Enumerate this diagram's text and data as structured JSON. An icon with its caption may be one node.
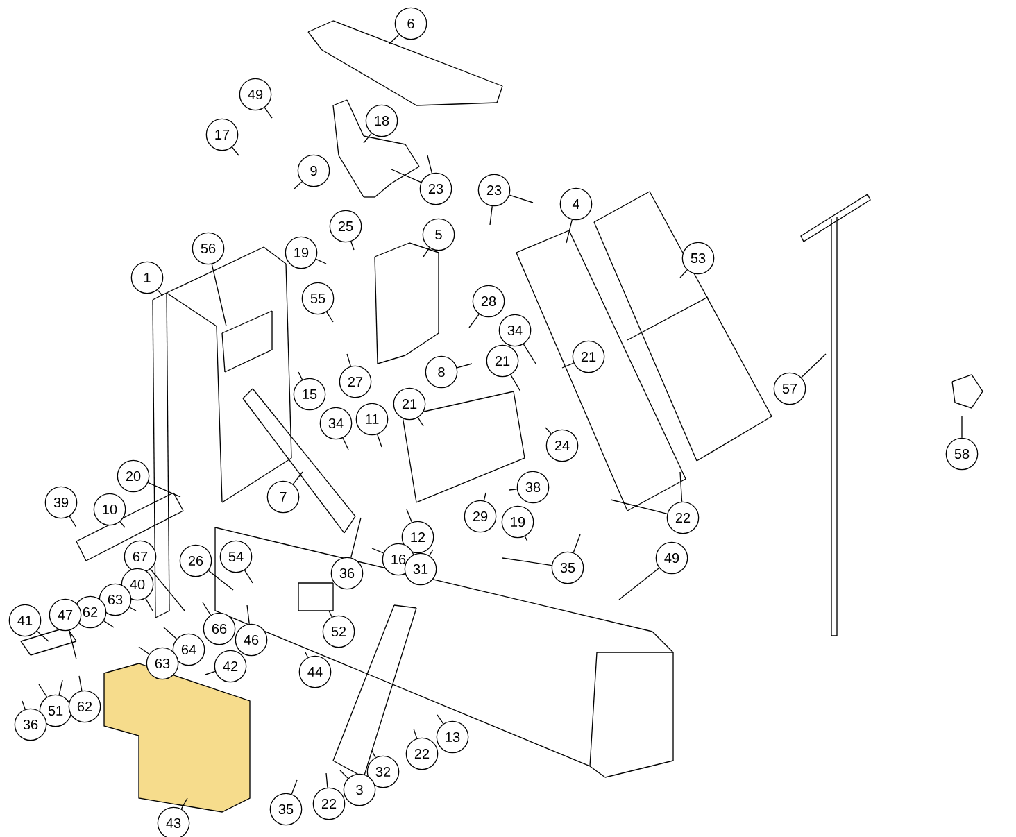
{
  "diagram": {
    "nodes": [
      {
        "text": [
          "6"
        ]
      },
      {
        "text": [
          "49"
        ]
      },
      {
        "text": [
          "18"
        ]
      },
      {
        "text": [
          "17"
        ]
      },
      {
        "text": [
          "9"
        ]
      },
      {
        "text": [
          "23"
        ]
      },
      {
        "text": [
          "23"
        ]
      },
      {
        "text": [
          "4"
        ]
      },
      {
        "text": [
          "25"
        ]
      },
      {
        "text": [
          "5"
        ]
      },
      {
        "text": [
          "19"
        ]
      },
      {
        "text": [
          "56"
        ]
      },
      {
        "text": [
          "53"
        ]
      },
      {
        "text": [
          "1"
        ]
      },
      {
        "text": [
          "55"
        ]
      },
      {
        "text": [
          "28"
        ]
      },
      {
        "text": [
          "34"
        ]
      },
      {
        "text": [
          "21"
        ]
      },
      {
        "text": [
          "21"
        ]
      },
      {
        "text": [
          "8"
        ]
      },
      {
        "text": [
          "27"
        ]
      },
      {
        "text": [
          "57"
        ]
      },
      {
        "text": [
          "15"
        ]
      },
      {
        "text": [
          "21"
        ]
      },
      {
        "text": [
          "11"
        ]
      },
      {
        "text": [
          "34"
        ]
      },
      {
        "text": [
          "24"
        ]
      },
      {
        "text": [
          "58"
        ]
      },
      {
        "text": [
          "20"
        ]
      },
      {
        "text": [
          "38"
        ]
      },
      {
        "text": [
          "7"
        ]
      },
      {
        "text": [
          "39"
        ]
      },
      {
        "text": [
          "10"
        ]
      },
      {
        "text": [
          "29"
        ]
      },
      {
        "text": [
          "22"
        ]
      },
      {
        "text": [
          "19"
        ]
      },
      {
        "text": [
          "12"
        ]
      },
      {
        "text": [
          "67"
        ]
      },
      {
        "text": [
          "54"
        ]
      },
      {
        "text": [
          "16"
        ]
      },
      {
        "text": [
          "26"
        ]
      },
      {
        "text": [
          "35"
        ]
      },
      {
        "text": [
          "49"
        ]
      },
      {
        "text": [
          "31"
        ]
      },
      {
        "text": [
          "36"
        ]
      },
      {
        "text": [
          "40"
        ]
      },
      {
        "text": [
          "63"
        ]
      },
      {
        "text": [
          "62"
        ]
      },
      {
        "text": [
          "47"
        ]
      },
      {
        "text": [
          "41"
        ]
      },
      {
        "text": [
          "66"
        ]
      },
      {
        "text": [
          "52"
        ]
      },
      {
        "text": [
          "46"
        ]
      },
      {
        "text": [
          "64"
        ]
      },
      {
        "text": [
          "42"
        ]
      },
      {
        "text": [
          "63"
        ]
      },
      {
        "text": [
          "44"
        ]
      },
      {
        "text": [
          "51"
        ]
      },
      {
        "text": [
          "62"
        ]
      },
      {
        "text": [
          "36"
        ]
      },
      {
        "text": [
          "13"
        ]
      },
      {
        "text": [
          "22"
        ]
      },
      {
        "text": [
          "32"
        ]
      },
      {
        "text": [
          "3"
        ]
      },
      {
        "text": [
          "22"
        ]
      },
      {
        "text": [
          "35"
        ]
      },
      {
        "text": [
          "43"
        ]
      }
    ],
    "edges": [
      {
        "from": 0,
        "to": null,
        "arrow": "none"
      },
      {
        "from": 1,
        "to": null,
        "arrow": "none"
      },
      {
        "from": 2,
        "to": null,
        "arrow": "none"
      },
      {
        "from": 3,
        "to": null,
        "arrow": "none"
      },
      {
        "from": 4,
        "to": null,
        "arrow": "none"
      },
      {
        "from": 5,
        "to": null,
        "arrow": "none"
      },
      {
        "from": 5,
        "to": null,
        "arrow": "none"
      },
      {
        "from": 6,
        "to": null,
        "arrow": "none"
      },
      {
        "from": 6,
        "to": null,
        "arrow": "none"
      },
      {
        "from": 7,
        "to": null,
        "arrow": "none"
      },
      {
        "from": 8,
        "to": null,
        "arrow": "none"
      },
      {
        "from": 9,
        "to": null,
        "arrow": "none"
      },
      {
        "from": 10,
        "to": null,
        "arrow": "none"
      },
      {
        "from": 11,
        "to": null,
        "arrow": "none"
      },
      {
        "from": 12,
        "to": null,
        "arrow": "none"
      },
      {
        "from": 13,
        "to": null,
        "arrow": "none"
      },
      {
        "from": 14,
        "to": null,
        "arrow": "none"
      },
      {
        "from": 15,
        "to": null,
        "arrow": "none"
      },
      {
        "from": 16,
        "to": null,
        "arrow": "none"
      },
      {
        "from": 17,
        "to": null,
        "arrow": "none"
      },
      {
        "from": 18,
        "to": null,
        "arrow": "none"
      },
      {
        "from": 19,
        "to": null,
        "arrow": "none"
      },
      {
        "from": 20,
        "to": null,
        "arrow": "none"
      },
      {
        "from": 21,
        "to": null,
        "arrow": "none"
      },
      {
        "from": 22,
        "to": null,
        "arrow": "none"
      },
      {
        "from": 23,
        "to": null,
        "arrow": "none"
      },
      {
        "from": 24,
        "to": null,
        "arrow": "none"
      },
      {
        "from": 25,
        "to": null,
        "arrow": "none"
      },
      {
        "from": 26,
        "to": null,
        "arrow": "none"
      },
      {
        "from": 27,
        "to": null,
        "arrow": "none"
      },
      {
        "from": 28,
        "to": null,
        "arrow": "none"
      },
      {
        "from": 29,
        "to": null,
        "arrow": "none"
      },
      {
        "from": 30,
        "to": null,
        "arrow": "none"
      },
      {
        "from": 31,
        "to": null,
        "arrow": "none"
      },
      {
        "from": 32,
        "to": null,
        "arrow": "none"
      },
      {
        "from": 33,
        "to": null,
        "arrow": "none"
      },
      {
        "from": 34,
        "to": null,
        "arrow": "none"
      },
      {
        "from": 34,
        "to": null,
        "arrow": "none"
      },
      {
        "from": 35,
        "to": null,
        "arrow": "none"
      },
      {
        "from": 36,
        "to": null,
        "arrow": "none"
      },
      {
        "from": 37,
        "to": null,
        "arrow": "none"
      },
      {
        "from": 38,
        "to": null,
        "arrow": "none"
      },
      {
        "from": 39,
        "to": null,
        "arrow": "none"
      },
      {
        "from": 40,
        "to": null,
        "arrow": "none"
      },
      {
        "from": 41,
        "to": null,
        "arrow": "none"
      },
      {
        "from": 41,
        "to": null,
        "arrow": "none"
      },
      {
        "from": 42,
        "to": null,
        "arrow": "none"
      },
      {
        "from": 43,
        "to": null,
        "arrow": "none"
      },
      {
        "from": 44,
        "to": null,
        "arrow": "none"
      },
      {
        "from": 45,
        "to": null,
        "arrow": "none"
      },
      {
        "from": 46,
        "to": null,
        "arrow": "none"
      },
      {
        "from": 47,
        "to": null,
        "arrow": "none"
      },
      {
        "from": 48,
        "to": null,
        "arrow": "none"
      },
      {
        "from": 49,
        "to": null,
        "arrow": "none"
      },
      {
        "from": 50,
        "to": null,
        "arrow": "none"
      },
      {
        "from": 51,
        "to": null,
        "arrow": "none"
      },
      {
        "from": 52,
        "to": null,
        "arrow": "none"
      },
      {
        "from": 53,
        "to": null,
        "arrow": "none"
      },
      {
        "from": 54,
        "to": null,
        "arrow": "none"
      },
      {
        "from": 55,
        "to": null,
        "arrow": "none"
      },
      {
        "from": 56,
        "to": null,
        "arrow": "none"
      },
      {
        "from": 57,
        "to": null,
        "arrow": "none"
      },
      {
        "from": 57,
        "to": null,
        "arrow": "none"
      },
      {
        "from": 58,
        "to": null,
        "arrow": "none"
      },
      {
        "from": 59,
        "to": null,
        "arrow": "none"
      },
      {
        "from": 60,
        "to": null,
        "arrow": "none"
      },
      {
        "from": 61,
        "to": null,
        "arrow": "none"
      },
      {
        "from": 62,
        "to": null,
        "arrow": "none"
      },
      {
        "from": 63,
        "to": null,
        "arrow": "none"
      },
      {
        "from": 64,
        "to": null,
        "arrow": "none"
      },
      {
        "from": 65,
        "to": null,
        "arrow": "none"
      },
      {
        "from": 66,
        "to": null,
        "arrow": "none"
      }
    ]
  }
}
